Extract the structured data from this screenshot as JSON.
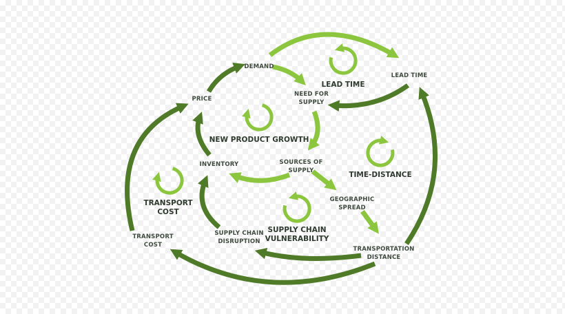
{
  "colors": {
    "dark_green": "#4f7a28",
    "light_green": "#8cc63f",
    "text": "#3f4a3f",
    "title_text": "#2f3a2f"
  },
  "nodes": {
    "demand": "DEMAND",
    "price": "PRICE",
    "need_for_supply_1": "NEED FOR",
    "need_for_supply_2": "SUPPLY",
    "lead_time": "LEAD TIME",
    "inventory": "INVENTORY",
    "sources_of_supply_1": "SOURCES OF",
    "sources_of_supply_2": "SUPPLY",
    "geographic_spread_1": "GEOGRAPHIC",
    "geographic_spread_2": "SPREAD",
    "transport_cost_1": "TRANSPORT",
    "transport_cost_2": "COST",
    "supply_chain_disruption_1": "SUPPLY CHAIN",
    "supply_chain_disruption_2": "DISRUPTION",
    "transportation_distance_1": "TRANSPORTATION",
    "transportation_distance_2": "DISTANCE"
  },
  "loops": {
    "lead_time": "LEAD TIME",
    "new_product_growth": "NEW PRODUCT GROWTH",
    "time_distance": "TIME-DISTANCE",
    "transport_cost_1": "TRANSPORT",
    "transport_cost_2": "COST",
    "supply_chain_vulnerability_1": "SUPPLY CHAIN",
    "supply_chain_vulnerability_2": "VULNERABILITY"
  },
  "icons": {
    "loop_indicator": "circular-arrow-icon",
    "connection_arrow": "arrow-icon"
  }
}
